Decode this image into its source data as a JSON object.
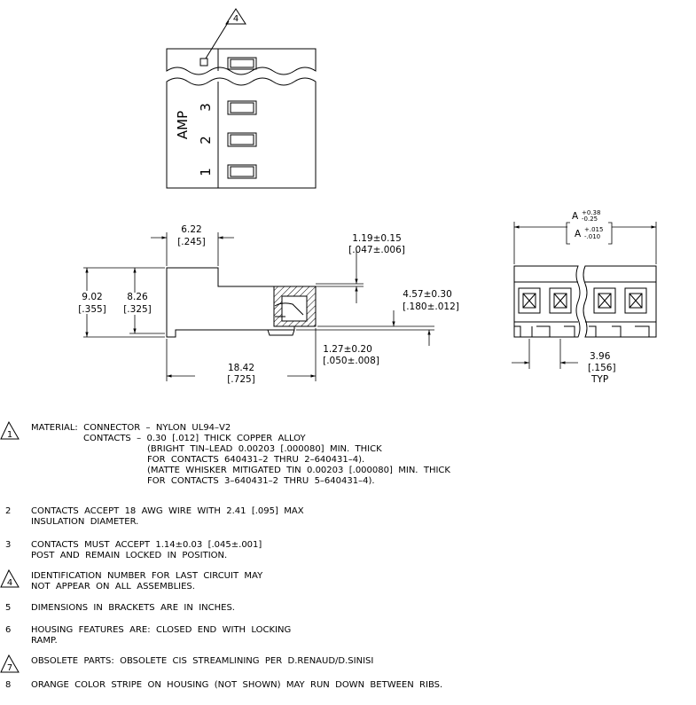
{
  "top_view": {
    "callout": "4",
    "brand": "AMP",
    "positions": [
      "3",
      "2",
      "1"
    ]
  },
  "side_view": {
    "dims": [
      {
        "id": "d622",
        "text": [
          "6.22",
          "[.245]"
        ]
      },
      {
        "id": "d119",
        "text": [
          "1.19±0.15",
          "[.047±.006]"
        ]
      },
      {
        "id": "d902",
        "text": [
          "9.02",
          "[.355]"
        ]
      },
      {
        "id": "d826",
        "text": [
          "8.26",
          "[.325]"
        ]
      },
      {
        "id": "d457",
        "text": [
          "4.57±0.30",
          "[.180±.012]"
        ]
      },
      {
        "id": "d127",
        "text": [
          "1.27±0.20",
          "[.050±.008]"
        ]
      },
      {
        "id": "d1842",
        "text": [
          "18.42",
          "[.725]"
        ]
      }
    ]
  },
  "end_view": {
    "dim_a_label": "A",
    "dim_a_tol_plus": "+0.38",
    "dim_a_tol_minus": "-0.25",
    "dim_a_inch_label": "A",
    "dim_a_inch_plus": "+.015",
    "dim_a_inch_minus": "-.010",
    "pitch": [
      "3.96",
      "[.156]",
      "TYP"
    ]
  },
  "notes": [
    {
      "num": "1",
      "flag": true,
      "lines": [
        "MATERIAL:  CONNECTOR  –  NYLON  UL94–V2",
        "CONTACTS  –  0.30  [.012]  THICK  COPPER  ALLOY",
        "(BRIGHT  TIN–LEAD  0.00203  [.000080]  MIN.  THICK",
        "FOR  CONTACTS  640431–2  THRU  2–640431–4).",
        "(MATTE  WHISKER  MITIGATED  TIN  0.00203  [.000080]  MIN.  THICK",
        "FOR  CONTACTS  3–640431–2  THRU  5–640431–4)."
      ]
    },
    {
      "num": "2",
      "flag": false,
      "lines": [
        "CONTACTS  ACCEPT  18  AWG  WIRE  WITH  2.41  [.095]  MAX",
        "INSULATION  DIAMETER."
      ]
    },
    {
      "num": "3",
      "flag": false,
      "lines": [
        "CONTACTS  MUST  ACCEPT  1.14±0.03  [.045±.001]",
        "POST  AND  REMAIN  LOCKED  IN  POSITION."
      ]
    },
    {
      "num": "4",
      "flag": true,
      "lines": [
        "IDENTIFICATION  NUMBER  FOR  LAST  CIRCUIT  MAY",
        "NOT  APPEAR  ON  ALL  ASSEMBLIES."
      ]
    },
    {
      "num": "5",
      "flag": false,
      "lines": [
        "DIMENSIONS  IN  BRACKETS  ARE  IN  INCHES."
      ]
    },
    {
      "num": "6",
      "flag": false,
      "lines": [
        "HOUSING  FEATURES  ARE:  CLOSED  END  WITH  LOCKING",
        "RAMP."
      ]
    },
    {
      "num": "7",
      "flag": true,
      "lines": [
        "OBSOLETE  PARTS:  OBSOLETE  CIS  STREAMLINING  PER  D.RENAUD/D.SINISI"
      ]
    },
    {
      "num": "8",
      "flag": false,
      "lines": [
        "ORANGE  COLOR  STRIPE  ON  HOUSING  (NOT  SHOWN)  MAY  RUN  DOWN  BETWEEN  RIBS."
      ]
    }
  ]
}
